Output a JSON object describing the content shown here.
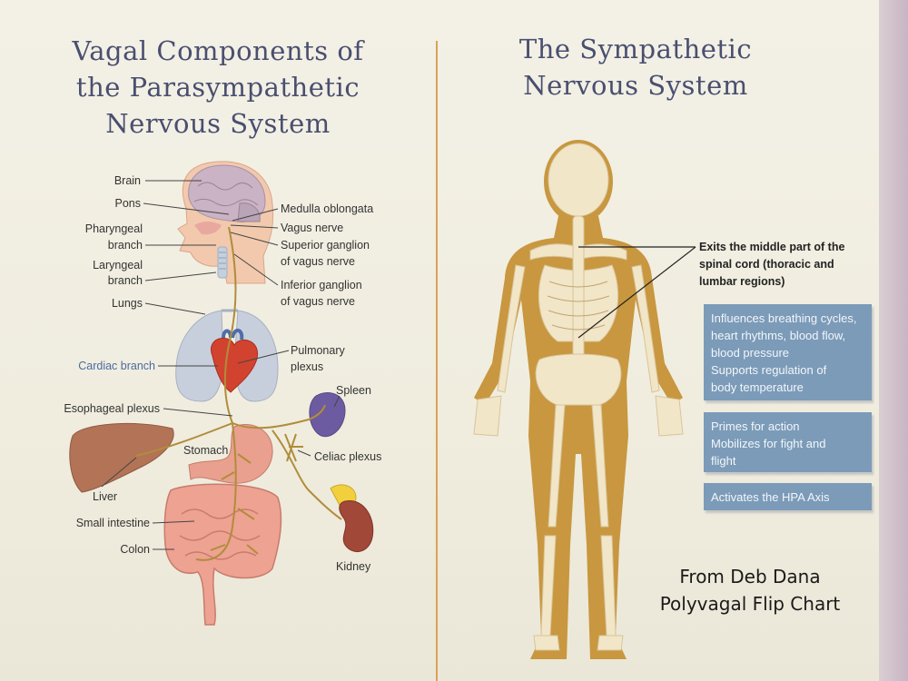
{
  "left_panel": {
    "title_lines": [
      "Vagal Components of",
      "the Parasympathetic",
      "Nervous System"
    ],
    "labels": {
      "brain": "Brain",
      "pons": "Pons",
      "pharyngeal_1": "Pharyngeal",
      "pharyngeal_2": "branch",
      "laryngeal_1": "Laryngeal",
      "laryngeal_2": "branch",
      "lungs": "Lungs",
      "cardiac_branch": "Cardiac branch",
      "esophageal_plexus": "Esophageal plexus",
      "liver": "Liver",
      "small_intestine": "Small intestine",
      "colon": "Colon",
      "medulla": "Medulla oblongata",
      "vagus_nerve": "Vagus nerve",
      "superior_ganglion_1": "Superior ganglion",
      "superior_ganglion_2": "of vagus nerve",
      "inferior_ganglion_1": "Inferior ganglion",
      "inferior_ganglion_2": "of vagus nerve",
      "pulmonary_1": "Pulmonary",
      "pulmonary_2": "plexus",
      "spleen": "Spleen",
      "stomach": "Stomach",
      "celiac_plexus": "Celiac plexus",
      "kidney": "Kidney"
    }
  },
  "right_panel": {
    "title_lines": [
      "The Sympathetic",
      "Nervous System"
    ],
    "callout_lines": [
      "Exits the middle part of the",
      "spinal cord (thoracic and",
      "lumbar regions)"
    ],
    "box1_lines": [
      "Influences breathing cycles,",
      "heart rhythms, blood flow,",
      "blood pressure",
      "Supports regulation of",
      "body temperature"
    ],
    "box2_lines": [
      "Primes for action",
      "Mobilizes for fight and",
      "flight"
    ],
    "box3_lines": [
      "Activates the HPA Axis"
    ]
  },
  "credit_lines": [
    "From Deb Dana",
    "Polyvagal Flip Chart"
  ],
  "colors": {
    "title": "#4a4f70",
    "divider": "#d9a257",
    "nerve": "#b08d3a",
    "body_silhouette": "#c8973f",
    "bone": "#f2e6c8",
    "box_fill": "#7b9bb8",
    "cardiac_label": "#4b6aa3"
  }
}
